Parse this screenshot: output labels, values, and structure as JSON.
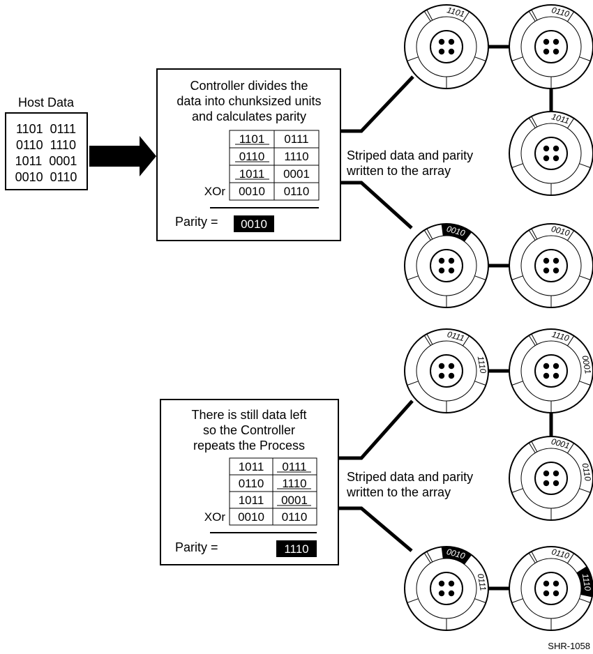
{
  "host": {
    "title": "Host Data",
    "lines": [
      "1101  0111",
      "0110  1110",
      "1011  0001",
      "0010  0110"
    ]
  },
  "panel_top": {
    "caption": [
      "Controller divides the",
      "data into chunksized units",
      "and calculates parity"
    ],
    "rows": [
      [
        "1101",
        "0111"
      ],
      [
        "0110",
        "1110"
      ],
      [
        "1011",
        "0001"
      ],
      [
        "0010",
        "0110"
      ]
    ],
    "xor_label": "XOr",
    "parity_label": "Parity =",
    "parity_value": "0010",
    "striped_caption": [
      "Striped data and parity",
      "written to the array"
    ]
  },
  "panel_bottom": {
    "caption": [
      "There is still data left",
      "so the Controller",
      "repeats the Process"
    ],
    "rows": [
      [
        "1011",
        "0111"
      ],
      [
        "0110",
        "1110"
      ],
      [
        "1011",
        "0001"
      ],
      [
        "0010",
        "0110"
      ]
    ],
    "xor_label": "XOr",
    "parity_label": "Parity =",
    "parity_value": "1110",
    "striped_caption": [
      "Striped data and parity",
      "written to the array"
    ]
  },
  "disks_top": [
    {
      "name": "disk-1",
      "segments": [
        {
          "label": "1101",
          "parity": false
        }
      ]
    },
    {
      "name": "disk-2",
      "segments": [
        {
          "label": "0110",
          "parity": false
        }
      ]
    },
    {
      "name": "disk-3",
      "segments": [
        {
          "label": "1011",
          "parity": false
        }
      ]
    },
    {
      "name": "disk-4",
      "segments": [
        {
          "label": "0010",
          "parity": true
        }
      ]
    },
    {
      "name": "disk-5",
      "segments": [
        {
          "label": "0010",
          "parity": false
        }
      ]
    }
  ],
  "disks_bottom": [
    {
      "name": "disk-1",
      "segments": [
        {
          "label": "0111",
          "parity": false
        },
        {
          "label": "1110",
          "parity": false
        }
      ]
    },
    {
      "name": "disk-2",
      "segments": [
        {
          "label": "1110",
          "parity": false
        },
        {
          "label": "0001",
          "parity": false
        }
      ]
    },
    {
      "name": "disk-3",
      "segments": [
        {
          "label": "0001",
          "parity": false
        },
        {
          "label": "0110",
          "parity": false
        }
      ]
    },
    {
      "name": "disk-4",
      "segments": [
        {
          "label": "0010",
          "parity": true
        },
        {
          "label": "0111",
          "parity": false
        }
      ]
    },
    {
      "name": "disk-5",
      "segments": [
        {
          "label": "0110",
          "parity": false
        },
        {
          "label": "1110",
          "parity": true
        }
      ]
    }
  ],
  "footer": "SHR-1058",
  "colors": {
    "ink": "#000000",
    "paper": "#ffffff"
  }
}
